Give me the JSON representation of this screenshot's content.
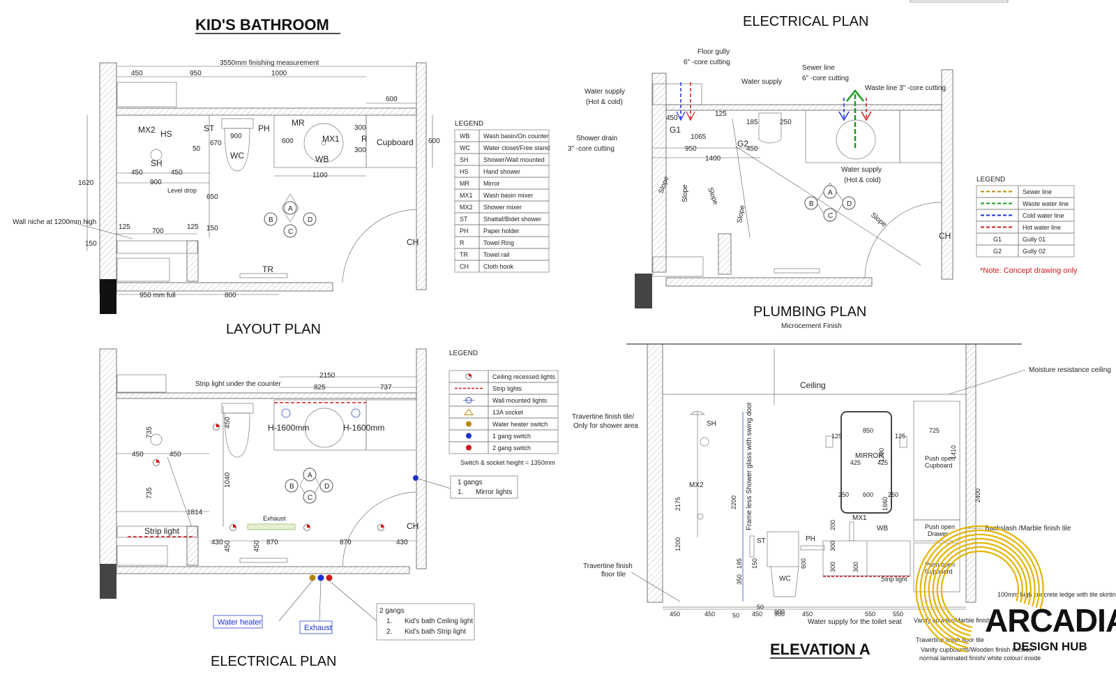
{
  "titles": {
    "kids_bathroom": "KID'S BATHROOM",
    "layout_plan": "LAYOUT PLAN",
    "electrical_plan_top": "ELECTRICAL PLAN",
    "plumbing_plan": "PLUMBING PLAN",
    "electrical_plan_bottom": "ELECTRICAL PLAN",
    "elevation_a": "ELEVATION A"
  },
  "layout": {
    "overall_dim": "3550mm finishing measurement",
    "dims": [
      "450",
      "950",
      "1000",
      "600",
      "900",
      "670",
      "600",
      "300",
      "300",
      "1100",
      "450",
      "450",
      "900",
      "1620",
      "50",
      "650",
      "150",
      "125",
      "700",
      "125",
      "150",
      "600",
      "950 mm full",
      "800"
    ],
    "labels": {
      "mx2": "MX2",
      "hs": "HS",
      "st": "ST",
      "ph": "PH",
      "mr": "MR",
      "mx1": "MX1",
      "r": "R",
      "cupboard": "Cupboard",
      "wc": "WC",
      "wb": "WB",
      "sh": "SH",
      "level_drop": "Level drop",
      "wall_niche": "Wall niche at 1200mm high",
      "tr": "TR",
      "ch": "CH",
      "a": "A",
      "b": "B",
      "c": "C",
      "d": "D"
    }
  },
  "legend_layout": {
    "title": "LEGEND",
    "rows": [
      {
        "code": "WB",
        "desc": "Wash basin/On counter"
      },
      {
        "code": "WC",
        "desc": "Water closet/Free stand"
      },
      {
        "code": "SH",
        "desc": "Shower/Wall mounted"
      },
      {
        "code": "HS",
        "desc": "Hand shower"
      },
      {
        "code": "MR",
        "desc": "Mirror"
      },
      {
        "code": "MX1",
        "desc": "Wash basin mixer"
      },
      {
        "code": "MX2",
        "desc": "Shower mixer"
      },
      {
        "code": "ST",
        "desc": "Shattaf/Bidet shower"
      },
      {
        "code": "PH",
        "desc": "Paper holder"
      },
      {
        "code": "R",
        "desc": "Towel Ring"
      },
      {
        "code": "TR",
        "desc": "Towel rail"
      },
      {
        "code": "CH",
        "desc": "Cloth hook"
      }
    ]
  },
  "plumbing": {
    "floor_gully": "Floor gully",
    "floor_gully_sub": "6\" -core cutting",
    "water_supply_hot_cold": "Water supply",
    "water_supply_hot_cold_sub": "(Hot & cold)",
    "water_supply": "Water supply",
    "sewer_line": "Sewer line",
    "sewer_line_sub": "6\" -core cutting",
    "waste_line": "Waste line 3\" -core cutting",
    "shower_drain": "Shower drain",
    "shower_drain_sub": "3\" -core cutting",
    "water_supply2": "Water supply",
    "water_supply2_sub": "(Hot & cold)",
    "g1": "G1",
    "g2": "G2",
    "dims": [
      "450",
      "125",
      "185",
      "250",
      "1065",
      "950",
      "450",
      "1400"
    ],
    "slope": "Slope",
    "ch": "CH",
    "a": "A",
    "b": "B",
    "c": "C",
    "d": "D"
  },
  "legend_plumbing": {
    "title": "LEGEND",
    "rows": [
      {
        "desc": "Sewer line",
        "color": "#b8860b",
        "type": "dash"
      },
      {
        "desc": "Waste water line",
        "color": "#1a9a1a",
        "type": "dash"
      },
      {
        "desc": "Cold water line",
        "color": "#1a2fd0",
        "type": "dash"
      },
      {
        "desc": "Hot water line",
        "color": "#d01a1a",
        "type": "dash"
      },
      {
        "code": "G1",
        "desc": "Gully 01"
      },
      {
        "code": "G2",
        "desc": "Gully 02"
      }
    ],
    "note": "*Note: Concept drawing only"
  },
  "electrical": {
    "strip_light_counter": "Strip light under the counter",
    "dims": [
      "2150",
      "825",
      "737",
      "735",
      "450",
      "450",
      "735",
      "1040",
      "450",
      "1814",
      "430",
      "450",
      "450",
      "870",
      "870",
      "430"
    ],
    "h1": "H-1600mm",
    "h2": "H-1600mm",
    "strip_light": "Strip light",
    "exhaust_label": "Exhaust",
    "ch": "CH",
    "a": "A",
    "b": "B",
    "c": "C",
    "d": "D",
    "one_gang_title": "1 gangs",
    "one_gang_item": "Mirror lights",
    "one_gang_num": "1.",
    "two_gang_title": "2 gangs",
    "two_gang_items": [
      "Kid's bath Ceiling light",
      "Kid's bath Strip light"
    ],
    "two_gang_nums": [
      "1.",
      "2."
    ],
    "water_heater": "Water heater",
    "exhaust": "Exhaust"
  },
  "legend_electrical": {
    "title": "LEGEND",
    "rows": [
      {
        "desc": "Ceiling recessed lights",
        "sym": "ceiling"
      },
      {
        "desc": "Strip lights",
        "sym": "strip"
      },
      {
        "desc": "Wall mounted lights",
        "sym": "wall"
      },
      {
        "desc": "13A socket",
        "sym": "socket"
      },
      {
        "desc": "Water heater switch",
        "sym": "heater"
      },
      {
        "desc": "1 gang switch",
        "sym": "gang1"
      },
      {
        "desc": "2 gang switch",
        "sym": "gang2"
      }
    ],
    "note": "Switch & socket height = 1350mm"
  },
  "elevation": {
    "microcement": "Microcement Finish",
    "ceiling": "Ceiling",
    "moisture": "Moisture resistance ceiling",
    "travertine_wall": "Travertine finish tile/",
    "travertine_wall2": "Only for shower area",
    "sh": "SH",
    "mx2": "MX2",
    "frameless": "Frame less Shower glass with swing door",
    "mirror": "MIRROR",
    "push_open_cupboard": "Push open",
    "push_open_cupboard2": "Cupboard",
    "push_open_drawer": "Push open",
    "push_open_drawer2": "Drawer",
    "push_open_cupboard_b": "Push open",
    "push_open_cupboard_b2": "Cupboard",
    "backsplash": "Backslash /Marble finish tile",
    "mx1": "MX1",
    "wb": "WB",
    "st": "ST",
    "ph": "PH",
    "wc": "WC",
    "strip_light": "Strip light",
    "travertine_floor": "Travertine finish",
    "travertine_floor2": "floor tile",
    "ledge": "100mm high concrete ledge with tile skirting",
    "vanity_counter": "Vanity counter/Marble finish",
    "travertine_floor_tile": "Travertine finish floor tile",
    "vanity_cupboards": "Vanity cupboards/Wooden finish outside/",
    "vanity_cupboards2": "normal laminated finish/ white colour/ inside",
    "water_supply_toilet": "Water supply for the toilet seat",
    "dims_bottom": [
      "450",
      "450",
      "450",
      "900",
      "450",
      "550",
      "550"
    ],
    "dims_misc": [
      "850",
      "125",
      "125",
      "725",
      "425",
      "425",
      "1200",
      "250",
      "600",
      "250",
      "1410",
      "2175",
      "2200",
      "1200",
      "1660",
      "2400",
      "200",
      "300",
      "300",
      "300",
      "150",
      "185",
      "350",
      "50",
      "900",
      "50",
      "600"
    ]
  },
  "brand": {
    "name": "ARCADIA",
    "sub": "DESIGN HUB",
    "ring_color": "#e3b400"
  }
}
